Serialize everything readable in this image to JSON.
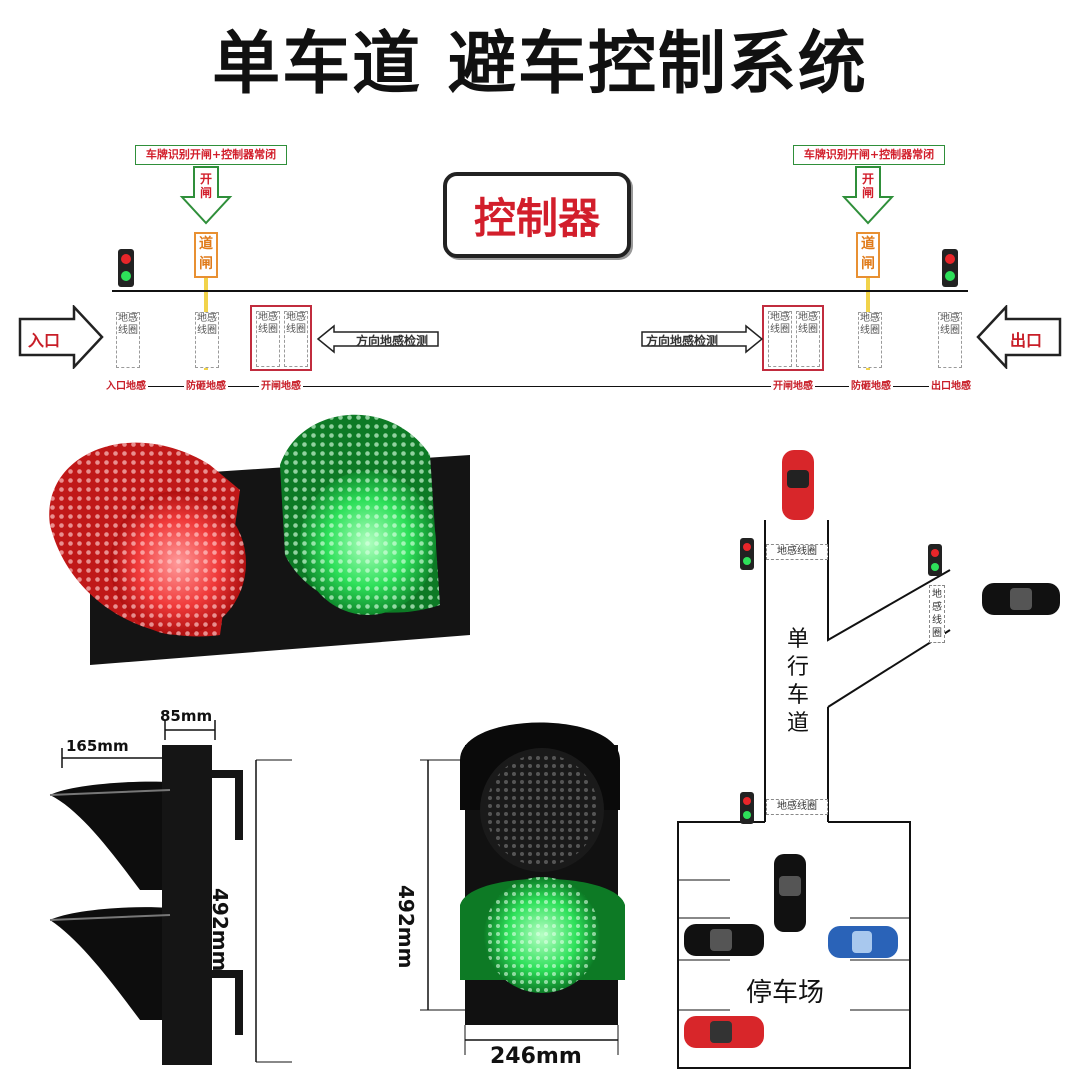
{
  "title": "单车道 避车控制系统",
  "controller_label": "控制器",
  "left_gate": {
    "plate_text": "车牌识别开闸+控制器常闭",
    "open_text": "开闸",
    "gate_text": "道闸"
  },
  "right_gate": {
    "plate_text": "车牌识别开闸+控制器常闭",
    "open_text": "开闸",
    "gate_text": "道闸"
  },
  "coil_text": "地感线圈",
  "entry_label": "入口",
  "exit_label": "出口",
  "direction_left": "方向地感检测",
  "direction_right": "方向地感检测",
  "loop_labels": {
    "entry": "入口地感",
    "anti_smash_left": "防砸地感",
    "open_left": "开闸地感",
    "open_right": "开闸地感",
    "anti_smash_right": "防砸地感",
    "exit": "出口地感"
  },
  "dimensions": {
    "depth_top": "85mm",
    "depth_side": "165mm",
    "height_side": "492mm",
    "height_front": "492mm",
    "width_front": "246mm"
  },
  "map": {
    "lane_label": "单行车道",
    "loop_top": "地感线圈",
    "loop_right": "地感线圈",
    "loop_bottom": "地感线圈",
    "parking_label": "停车场"
  },
  "colors": {
    "red_light": "#e8262a",
    "green_light": "#2ee05a",
    "accent_red": "#d21e2b",
    "gate_orange": "#e89032"
  }
}
